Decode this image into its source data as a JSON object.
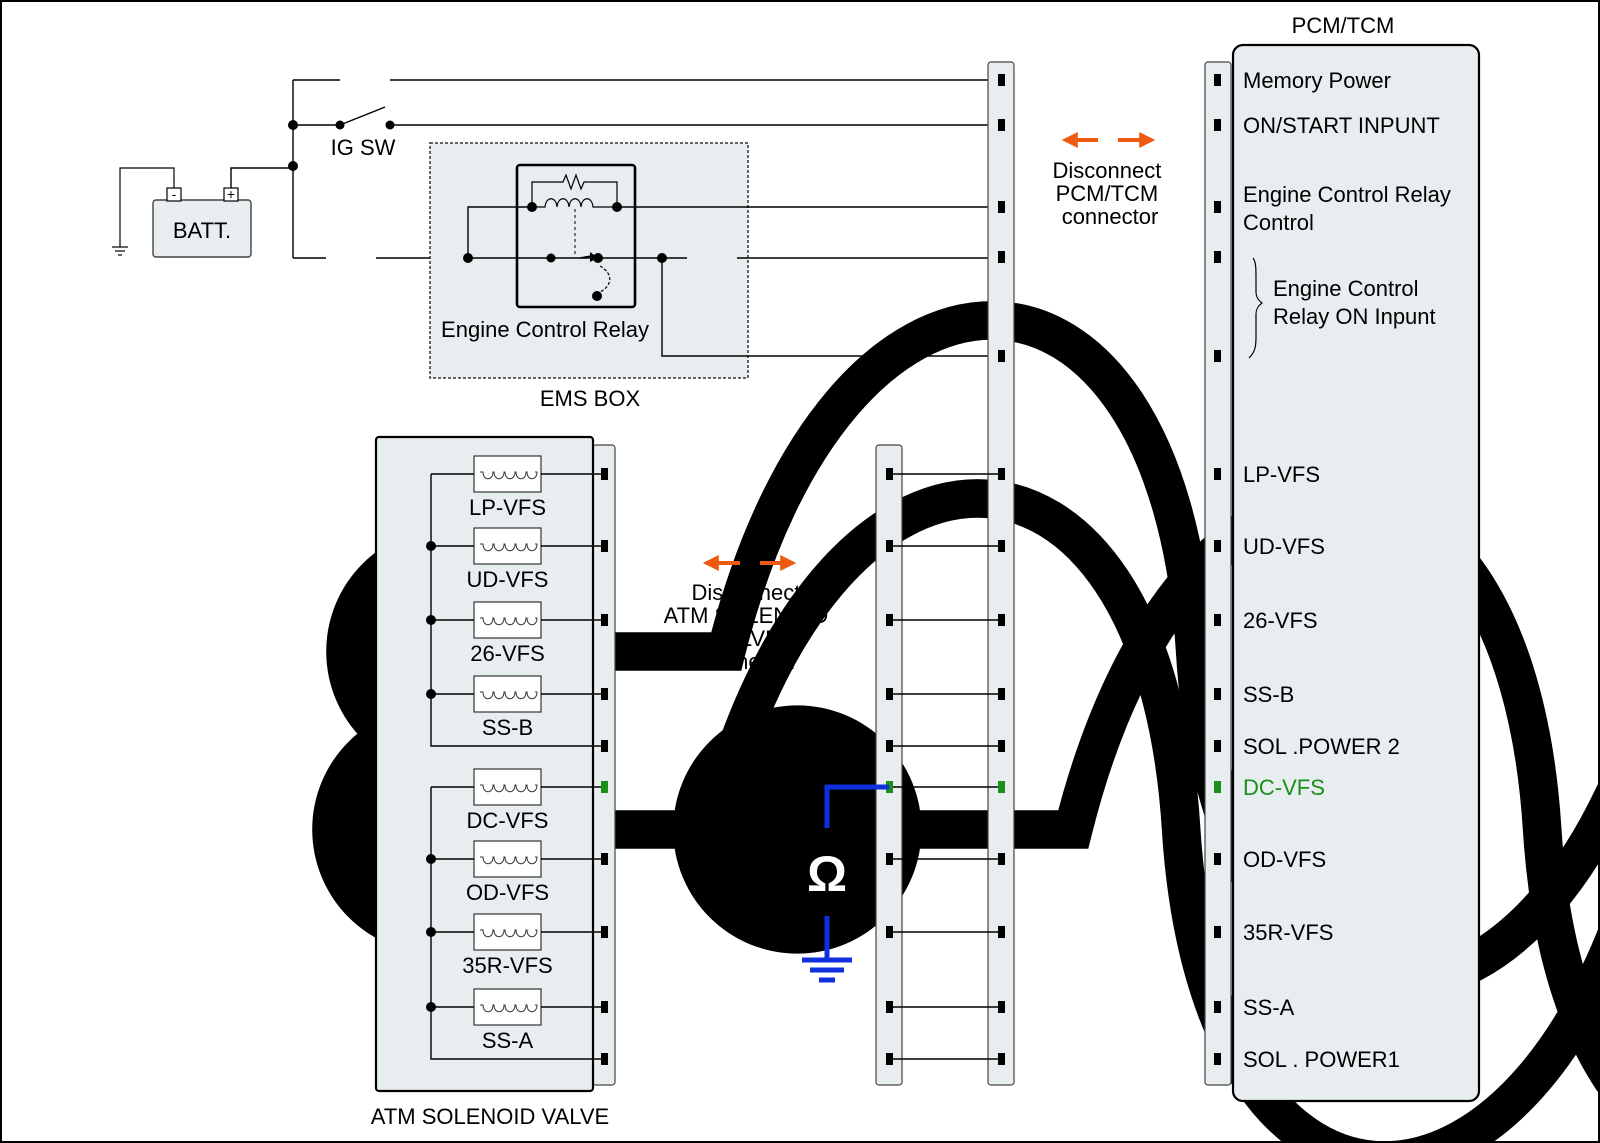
{
  "pcm": {
    "title": "PCM/TCM",
    "pins": [
      {
        "label": "Memory Power",
        "highlight": false
      },
      {
        "label": "ON/START  INPUNT",
        "highlight": false
      },
      {
        "label": "Engine Control Relay\nControl",
        "highlight": false
      },
      {
        "label": "",
        "highlight": false
      },
      {
        "label": "",
        "highlight": false
      },
      {
        "label": "LP-VFS",
        "highlight": false
      },
      {
        "label": "UD-VFS",
        "highlight": false
      },
      {
        "label": "26-VFS",
        "highlight": false
      },
      {
        "label": "SS-B",
        "highlight": false
      },
      {
        "label": "SOL .POWER 2",
        "highlight": false
      },
      {
        "label": "DC-VFS",
        "highlight": true
      },
      {
        "label": "OD-VFS",
        "highlight": false
      },
      {
        "label": "35R-VFS",
        "highlight": false
      },
      {
        "label": "SS-A",
        "highlight": false
      },
      {
        "label": "SOL . POWER1",
        "highlight": false
      }
    ],
    "relay_on_input_label": "Engine Control\nRelay ON Inpunt"
  },
  "power": {
    "battery_label": "BATT.",
    "battery_minus": "-",
    "battery_plus": "+",
    "ig_switch_label": "IG SW"
  },
  "ems": {
    "box_label": "EMS BOX",
    "relay_label": "Engine Control Relay"
  },
  "solenoid": {
    "box_label": "ATM SOLENOID VALVE",
    "coils": [
      {
        "label": "LP-VFS",
        "highlight": false
      },
      {
        "label": "UD-VFS",
        "highlight": false
      },
      {
        "label": "26-VFS",
        "highlight": false
      },
      {
        "label": "SS-B",
        "highlight": false
      },
      {
        "label": "DC-VFS",
        "highlight": true
      },
      {
        "label": "OD-VFS",
        "highlight": false
      },
      {
        "label": "35R-VFS",
        "highlight": false
      },
      {
        "label": "SS-A",
        "highlight": false
      }
    ]
  },
  "instructions": {
    "pcm_disconnect": "Disconnect\nPCM/TCM\nconnector",
    "solenoid_disconnect": "Disconnect\nATM SOLENOID\nVALVE\nconnector"
  },
  "meter": {
    "symbol": "Ω",
    "icon": "ohmmeter-icon"
  },
  "colors": {
    "highlight": "#1a8f1a",
    "measure_wire": "#1030e0",
    "arrow": "#ee5a10",
    "panel_fill": "#e8eef0"
  }
}
